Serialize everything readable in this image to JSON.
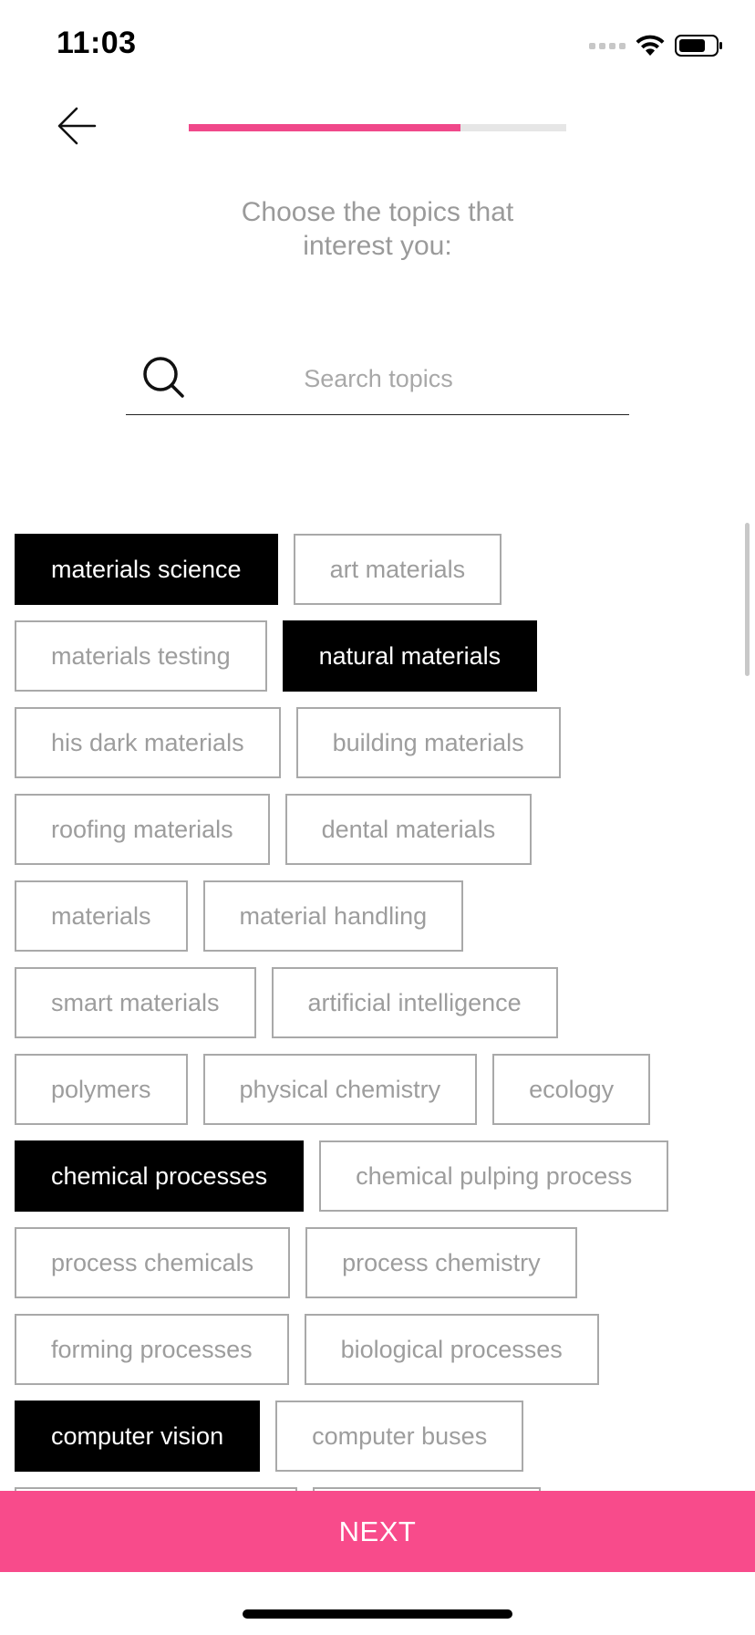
{
  "status_bar": {
    "time": "11:03"
  },
  "header": {
    "progress_fraction": 0.72,
    "title_line1": "Choose the topics that",
    "title_line2": "interest you:"
  },
  "search": {
    "placeholder": "Search topics",
    "value": ""
  },
  "topics": {
    "rows": [
      [
        {
          "label": "materials science",
          "selected": true
        },
        {
          "label": "art materials",
          "selected": false
        }
      ],
      [
        {
          "label": "materials testing",
          "selected": false
        },
        {
          "label": "natural materials",
          "selected": true
        }
      ],
      [
        {
          "label": "his dark materials",
          "selected": false
        },
        {
          "label": "building materials",
          "selected": false
        }
      ],
      [
        {
          "label": "roofing materials",
          "selected": false
        },
        {
          "label": "dental materials",
          "selected": false
        }
      ],
      [
        {
          "label": "materials",
          "selected": false
        },
        {
          "label": "material handling",
          "selected": false
        }
      ],
      [
        {
          "label": "smart materials",
          "selected": false
        },
        {
          "label": "artificial intelligence",
          "selected": false
        }
      ],
      [
        {
          "label": "polymers",
          "selected": false
        },
        {
          "label": "physical chemistry",
          "selected": false
        },
        {
          "label": "ecology",
          "selected": false
        }
      ],
      [
        {
          "label": "chemical processes",
          "selected": true
        },
        {
          "label": "chemical pulping process",
          "selected": false
        }
      ],
      [
        {
          "label": "process chemicals",
          "selected": false
        },
        {
          "label": "process chemistry",
          "selected": false
        }
      ],
      [
        {
          "label": "forming processes",
          "selected": false
        },
        {
          "label": "biological processes",
          "selected": false
        }
      ],
      [
        {
          "label": "computer vision",
          "selected": true
        },
        {
          "label": "computer buses",
          "selected": false
        }
      ],
      [
        {
          "label": "",
          "selected": false
        },
        {
          "label": "",
          "selected": false
        }
      ]
    ]
  },
  "footer": {
    "next_label": "NEXT"
  },
  "colors": {
    "accent": "#f84b8b",
    "selected_chip": "#000000",
    "chip_border": "#a9a9a9",
    "chip_text": "#9d9d9d"
  },
  "icons": {
    "back": "arrow-left-icon",
    "search": "search-icon",
    "wifi": "wifi-icon",
    "battery": "battery-icon"
  }
}
